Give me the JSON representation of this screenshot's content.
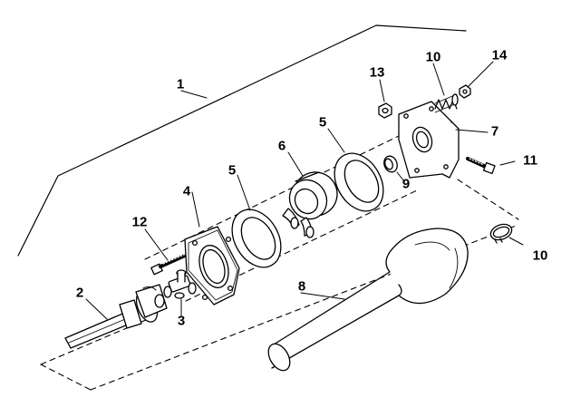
{
  "figure": {
    "stroke_color": "#000000",
    "background_color": "#ffffff",
    "callouts": {
      "c1": "1",
      "c2": "2",
      "c3": "3",
      "c4": "4",
      "c5a": "5",
      "c5b": "5",
      "c6": "6",
      "c7": "7",
      "c8": "8",
      "c9": "9",
      "c10a": "10",
      "c10b": "10",
      "c11": "11",
      "c12": "12",
      "c13": "13",
      "c14": "14"
    }
  }
}
